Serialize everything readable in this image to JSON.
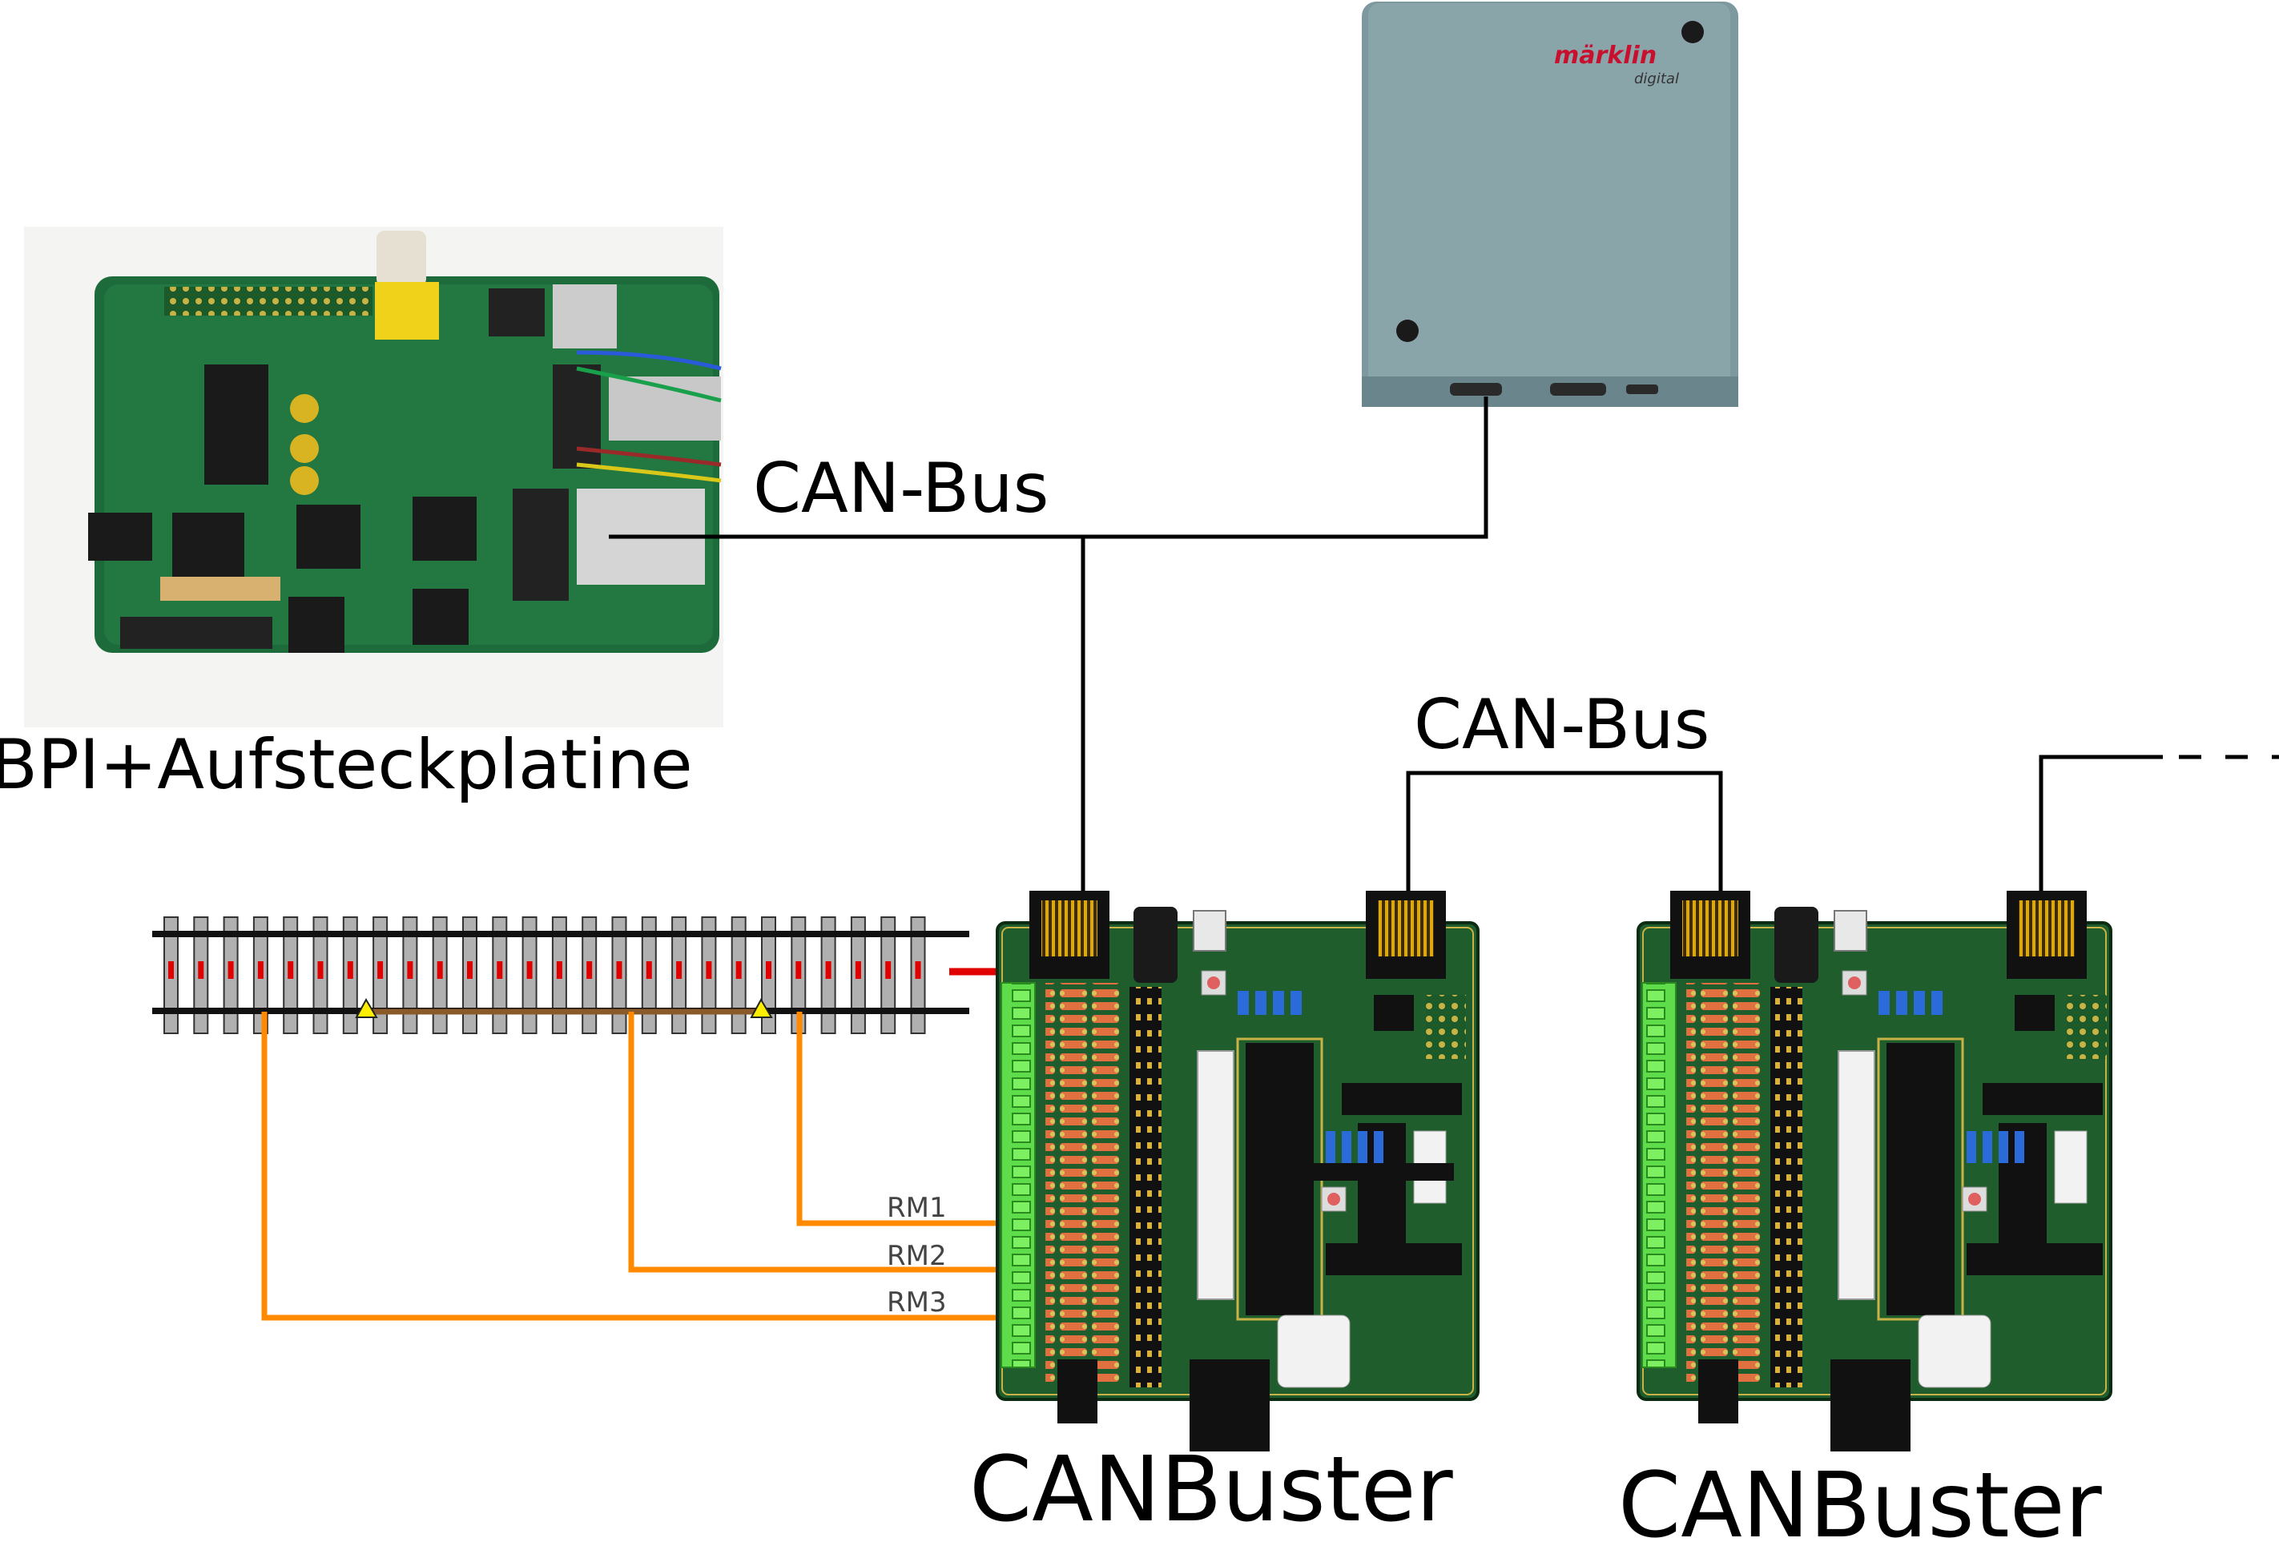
{
  "labels": {
    "raspberry": "BPI+Aufsteckplatine",
    "can_bus_top": "CAN-Bus",
    "can_bus_mid": "CAN-Bus",
    "canbuster_1": "CANBuster",
    "canbuster_2": "CANBuster"
  },
  "feedback_lines": [
    "RM1",
    "RM2",
    "RM3"
  ],
  "gateway": {
    "brand": "märklin",
    "subtitle": "digital"
  },
  "colors": {
    "pcb_green": "#1f5e2c",
    "pcb_dark": "#16401e",
    "feedback_orange": "#ff8a00",
    "track_red": "#e00000",
    "connector_orange": "#e07040",
    "terminal_green": "#5fdc4a",
    "gateway_gray": "#7d989e"
  }
}
